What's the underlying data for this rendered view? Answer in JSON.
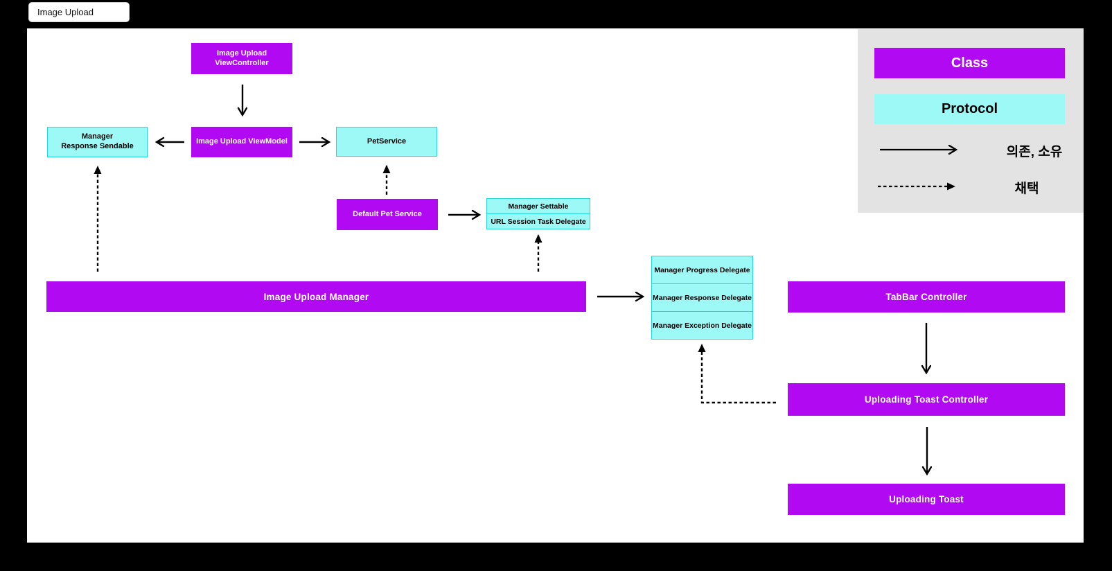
{
  "tab": {
    "title": "Image Upload"
  },
  "colors": {
    "class_fill": "#B209F3",
    "protocol_fill": "#9DF9F6",
    "protocol_border": "#25D6DF",
    "canvas": "#FFFFFF",
    "page_background": "#000000",
    "legend_background": "#E3E3E3",
    "arrow": "#000000"
  },
  "nodes": {
    "view_controller": {
      "label": "Image Upload ViewController",
      "type": "class"
    },
    "view_model": {
      "label": "Image Upload ViewModel",
      "type": "class"
    },
    "manager_response_sendable": {
      "label_line1": "Manager",
      "label_line2": "Response Sendable",
      "type": "protocol"
    },
    "pet_service": {
      "label": "PetService",
      "type": "protocol"
    },
    "default_pet_service": {
      "label": "Default Pet Service",
      "type": "class"
    },
    "manager_settable_stack": {
      "type": "protocol",
      "cells": [
        "Manager Settable",
        "URL Session Task Delegate"
      ]
    },
    "image_upload_manager": {
      "label": "Image Upload Manager",
      "type": "class"
    },
    "manager_delegate_stack": {
      "type": "protocol",
      "cells": [
        "Manager Progress Delegate",
        "Manager Response Delegate",
        "Manager Exception Delegate"
      ]
    },
    "tabbar_controller": {
      "label": "TabBar Controller",
      "type": "class"
    },
    "uploading_toast_controller": {
      "label": "Uploading Toast Controller",
      "type": "class"
    },
    "uploading_toast": {
      "label": "Uploading Toast",
      "type": "class"
    }
  },
  "legend": {
    "class_label": "Class",
    "protocol_label": "Protocol",
    "solid_arrow_label": "의존, 소유",
    "dashed_arrow_label": "채택"
  }
}
